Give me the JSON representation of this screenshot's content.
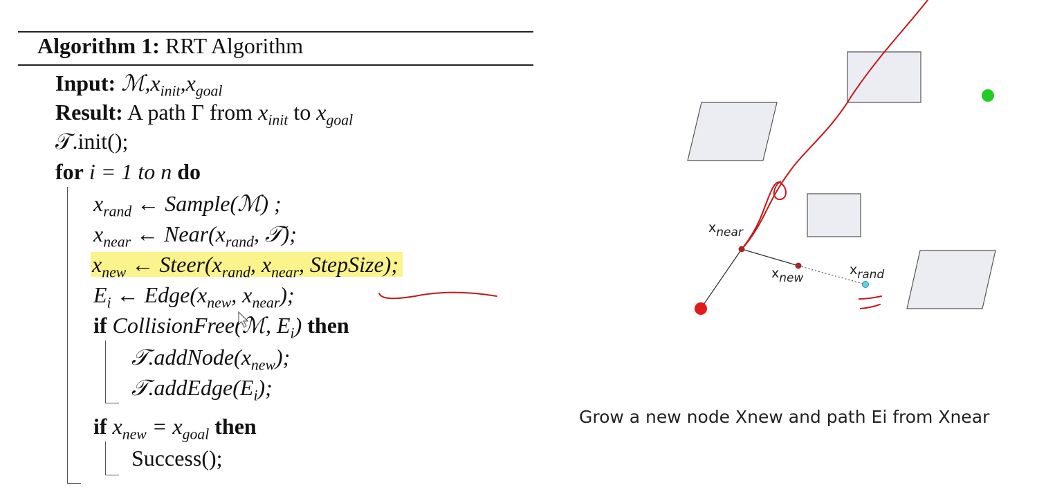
{
  "algorithm": {
    "title_bold": "Algorithm 1:",
    "title_rest": "RRT Algorithm",
    "input_kw": "Input:",
    "input_expr": "ℳ,x",
    "result_kw": "Result:",
    "result_text": "A path Γ from",
    "init": "𝒯.init();",
    "for_kw": "for",
    "for_expr": "i = 1 to n",
    "do_kw": "do",
    "line_sample": "x_rand ← Sample(ℳ) ;",
    "line_near": "x_near ← Near(x_rand, 𝒯);",
    "line_steer": "x_new ← Steer(x_rand, x_near, StepSize);",
    "line_edge": "E_i ← Edge(x_new, x_near);",
    "if_kw": "if",
    "collision_expr": "CollisionFree(ℳ, E_i)",
    "then_kw": "then",
    "add_node": "𝒯.addNode(x_new);",
    "add_edge": "𝒯.addEdge(E_i);",
    "goal_expr": "x_new = x_goal",
    "success": "Success();"
  },
  "diagram": {
    "label_near": "x",
    "label_near_sub": "near",
    "label_new": "x",
    "label_new_sub": "new",
    "label_rand": "x",
    "label_rand_sub": "rand",
    "colors": {
      "start": "#e31b1b",
      "goal": "#22cc22",
      "node": "#9e2a2a",
      "rand": "#5ed3e8",
      "obstacle_fill": "#ececf3",
      "ink": "#c41616"
    }
  },
  "caption": "Grow a new node Xnew and path Ei from Xnear"
}
